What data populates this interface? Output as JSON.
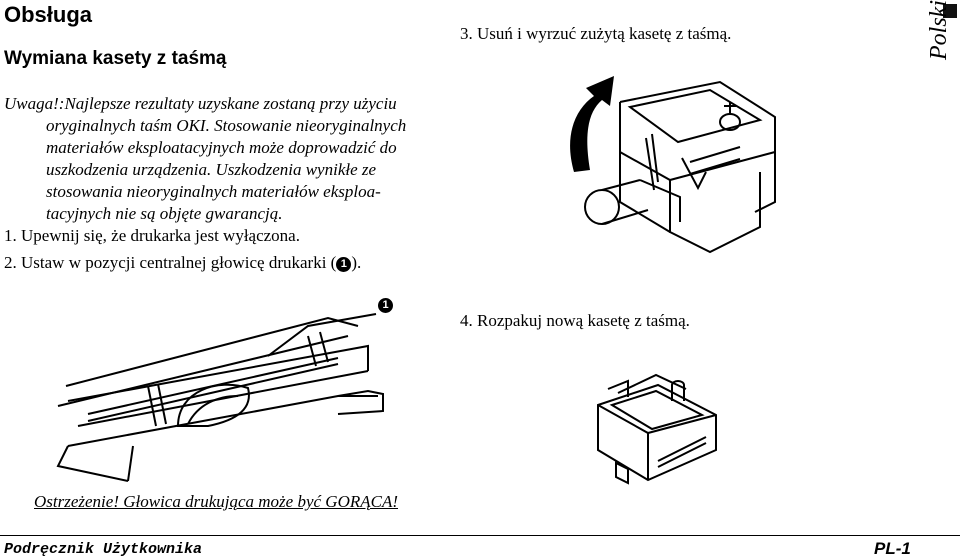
{
  "header": {
    "section_title": "Obsługa",
    "subsection_title": "Wymiana kasety z taśmą",
    "language_tab": "Polski"
  },
  "warning": {
    "line1": "Uwaga!:Najlepsze rezultaty uzyskane zostaną przy użyciu",
    "line2": "oryginalnych taśm OKI. Stosowanie nieoryginalnych",
    "line3": "materiałów eksploatacyjnych może doprowadzić do",
    "line4": "uszkodzenia urządzenia. Uszkodzenia wynikłe ze",
    "line5": "stosowania nieoryginalnych materiałów eksploa-",
    "line6": "tacyjnych nie są objęte gwarancją."
  },
  "steps": {
    "step1": "1.  Upewnij się, że drukarka jest wyłączona.",
    "step2_text": "2.  Ustaw w pozycji centralnej głowicę drukarki (",
    "step2_marker": "1",
    "step2_end": ").",
    "step3": "3.  Usuń i wyrzuć zużytą kasetę z taśmą.",
    "step4": "4.  Rozpakuj nową kasetę z taśmą."
  },
  "callout_marker": "1",
  "caution": "Ostrzeżenie! Głowica drukująca może być GORĄCA!",
  "footer": {
    "left": "Podręcznik Użytkownika",
    "right": "PL-1"
  },
  "icons": {
    "step_marker": "filled-circle-number-icon",
    "lang_marker": "black-square-icon"
  }
}
